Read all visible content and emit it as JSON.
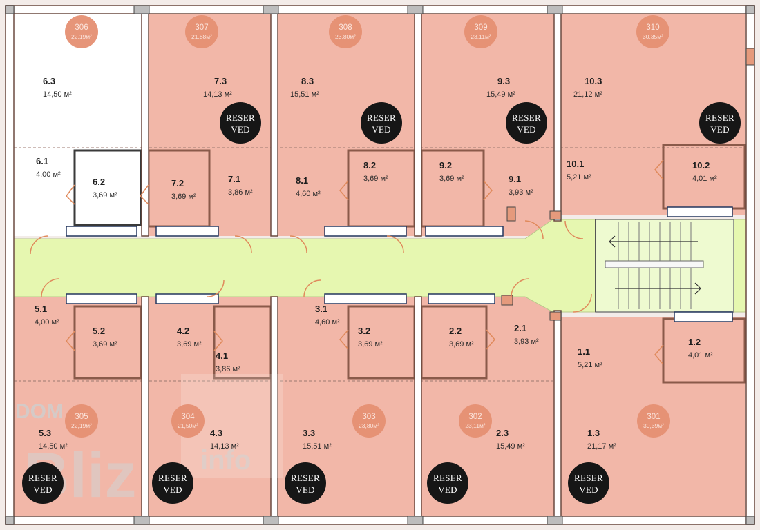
{
  "colors": {
    "room_fill": "#f2b7a8",
    "available_fill": "#ffffff",
    "corridor_fill": "#e6f7b0",
    "wall": "#8a5a4a",
    "badge": "#e58f72",
    "reserved_badge": "#161616",
    "stair_fill": "#f0fad6"
  },
  "reserved_label": [
    "RESER",
    "VED"
  ],
  "watermark": {
    "line1": "DOM",
    "line2": "Bliz",
    "line3": "info"
  },
  "units": [
    {
      "number": "306",
      "area": "22,19м²",
      "status": "available"
    },
    {
      "number": "307",
      "area": "21,88м²",
      "status": "reserved"
    },
    {
      "number": "308",
      "area": "23,80м²",
      "status": "reserved"
    },
    {
      "number": "309",
      "area": "23,11м²",
      "status": "reserved"
    },
    {
      "number": "310",
      "area": "30,35м²",
      "status": "reserved"
    },
    {
      "number": "305",
      "area": "22,19м²",
      "status": "reserved"
    },
    {
      "number": "304",
      "area": "21,50м²",
      "status": "reserved"
    },
    {
      "number": "303",
      "area": "23,80м²",
      "status": "reserved"
    },
    {
      "number": "302",
      "area": "23,11м²",
      "status": "reserved"
    },
    {
      "number": "301",
      "area": "30,39м²",
      "status": "reserved"
    }
  ],
  "rooms": [
    {
      "label": "6.3",
      "area": "14,50 м²"
    },
    {
      "label": "6.1",
      "area": "4,00 м²"
    },
    {
      "label": "6.2",
      "area": "3,69 м²"
    },
    {
      "label": "7.3",
      "area": "14,13 м²"
    },
    {
      "label": "7.2",
      "area": "3,69 м²"
    },
    {
      "label": "7.1",
      "area": "3,86 м²"
    },
    {
      "label": "8.3",
      "area": "15,51 м²"
    },
    {
      "label": "8.1",
      "area": "4,60 м²"
    },
    {
      "label": "8.2",
      "area": "3,69 м²"
    },
    {
      "label": "9.3",
      "area": "15,49 м²"
    },
    {
      "label": "9.2",
      "area": "3,69 м²"
    },
    {
      "label": "9.1",
      "area": "3,93 м²"
    },
    {
      "label": "10.3",
      "area": "21,12 м²"
    },
    {
      "label": "10.1",
      "area": "5,21 м²"
    },
    {
      "label": "10.2",
      "area": "4,01 м²"
    },
    {
      "label": "5.1",
      "area": "4,00 м²"
    },
    {
      "label": "5.2",
      "area": "3,69 м²"
    },
    {
      "label": "4.2",
      "area": "3,69 м²"
    },
    {
      "label": "4.1",
      "area": "3,86 м²"
    },
    {
      "label": "3.1",
      "area": "4,60 м²"
    },
    {
      "label": "3.2",
      "area": "3,69 м²"
    },
    {
      "label": "2.2",
      "area": "3,69 м²"
    },
    {
      "label": "2.1",
      "area": "3,93 м²"
    },
    {
      "label": "1.1",
      "area": "5,21 м²"
    },
    {
      "label": "1.2",
      "area": "4,01 м²"
    },
    {
      "label": "5.3",
      "area": "14,50 м²"
    },
    {
      "label": "4.3",
      "area": "14,13 м²"
    },
    {
      "label": "3.3",
      "area": "15,51 м²"
    },
    {
      "label": "2.3",
      "area": "15,49 м²"
    },
    {
      "label": "1.3",
      "area": "21,17 м²"
    }
  ]
}
